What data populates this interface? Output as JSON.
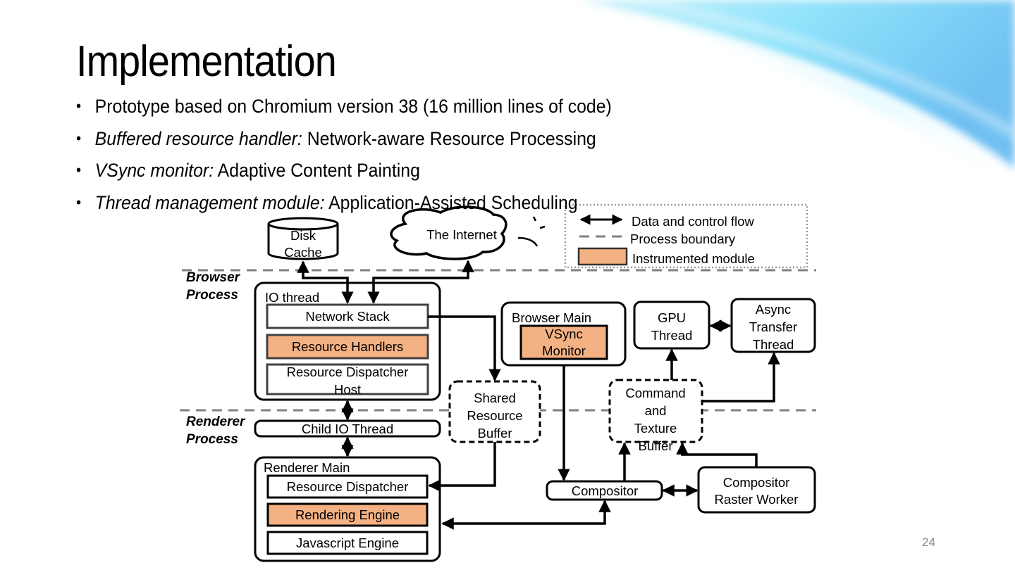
{
  "slide": {
    "title": "Implementation",
    "page_number": "24",
    "bullets": [
      {
        "italic": "",
        "text": "Prototype based on Chromium version 38 (16 million lines of code)"
      },
      {
        "italic": "Buffered resource handler:",
        "text": " Network-aware Resource Processing"
      },
      {
        "italic": "VSync monitor:",
        "text": " Adaptive Content Painting"
      },
      {
        "italic": "Thread management module:",
        "text": " Application-Assisted Scheduling"
      }
    ]
  },
  "colors": {
    "instrumented_fill": "#F4B183",
    "process_boundary": "#808080",
    "accent_blue": "#7FCBF5"
  },
  "diagram": {
    "legend": {
      "flow": "Data and control flow",
      "boundary": "Process boundary",
      "instrumented": "Instrumented module"
    },
    "process_labels": {
      "browser": [
        "Browser",
        "Process"
      ],
      "renderer": [
        "Renderer",
        "Process"
      ]
    },
    "external": {
      "disk_cache": [
        "Disk",
        "Cache"
      ],
      "internet": "The Internet"
    },
    "io_thread": {
      "label": "IO thread",
      "network_stack": "Network Stack",
      "resource_handlers": "Resource Handlers",
      "dispatcher_host": [
        "Resource Dispatcher",
        "Host"
      ]
    },
    "browser_main": {
      "label": "Browser Main",
      "vsync": [
        "VSync",
        "Monitor"
      ]
    },
    "gpu_thread": [
      "GPU",
      "Thread"
    ],
    "async_transfer": [
      "Async",
      "Transfer",
      "Thread"
    ],
    "shared_buffer": [
      "Shared",
      "Resource",
      "Buffer"
    ],
    "command_buffer": [
      "Command",
      "and",
      "Texture",
      "Buffer"
    ],
    "child_io": "Child IO Thread",
    "renderer_main": {
      "label": "Renderer Main",
      "resource_dispatcher": "Resource Dispatcher",
      "rendering_engine": "Rendering Engine",
      "js_engine": "Javascript Engine"
    },
    "compositor": "Compositor",
    "raster_worker": [
      "Compositor",
      "Raster Worker"
    ]
  }
}
